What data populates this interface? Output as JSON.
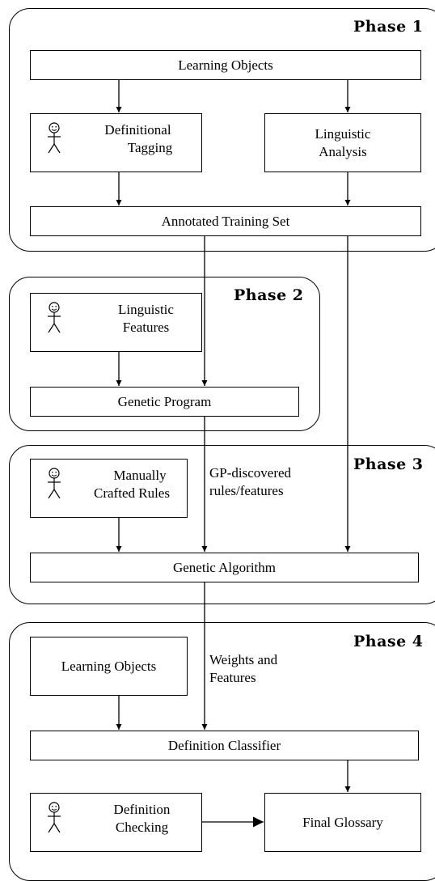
{
  "phases": {
    "p1": "Phase 1",
    "p2": "Phase 2",
    "p3": "Phase 3",
    "p4": "Phase 4"
  },
  "boxes": {
    "learning_objects_1": "Learning Objects",
    "definitional_tagging_1": "Definitional",
    "definitional_tagging_2": "Tagging",
    "linguistic_analysis_1": "Linguistic",
    "linguistic_analysis_2": "Analysis",
    "annotated_training_set": "Annotated Training Set",
    "linguistic_features_1": "Linguistic",
    "linguistic_features_2": "Features",
    "genetic_program": "Genetic Program",
    "manual_rules_1": "Manually",
    "manual_rules_2": "Crafted Rules",
    "genetic_algorithm": "Genetic Algorithm",
    "learning_objects_2": "Learning Objects",
    "definition_classifier": "Definition Classifier",
    "definition_checking_1": "Definition",
    "definition_checking_2": "Checking",
    "final_glossary": "Final Glossary"
  },
  "notes": {
    "gp_discovered_1": "GP-discovered",
    "gp_discovered_2": "rules/features",
    "weights_features_1": "Weights and",
    "weights_features_2": "Features"
  },
  "icons": {
    "actor": "stick-figure-person-icon"
  }
}
